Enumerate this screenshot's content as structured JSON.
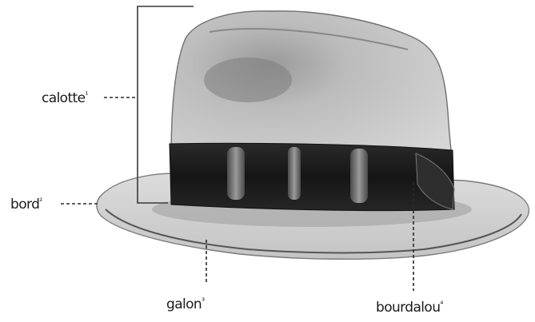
{
  "labels": {
    "calotte": {
      "word": "calotte",
      "mark": "¹"
    },
    "bord": {
      "word": "bord",
      "mark": "²"
    },
    "galon": {
      "word": "galon",
      "mark": "³"
    },
    "bourdalou": {
      "word": "bourdalou",
      "mark": "⁴"
    }
  },
  "colors": {
    "felt": "#c9c9c9",
    "felt_shadow": "#8d8d8d",
    "band": "#1d1d1d",
    "text": "#1a1a1a"
  }
}
